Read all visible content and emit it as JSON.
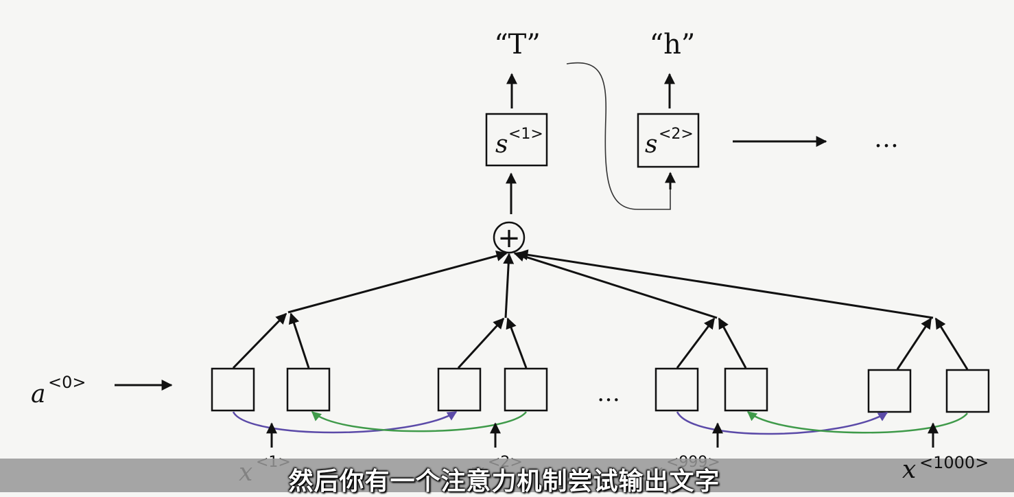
{
  "outputs": {
    "first": "“T”",
    "second": "“h”"
  },
  "decoder_states": {
    "first": {
      "symbol": "s",
      "index": "<1>"
    },
    "second": {
      "symbol": "s",
      "index": "<2>"
    }
  },
  "decoder_continuation": "…",
  "attention_sum_symbol": "+",
  "initial_activation": {
    "symbol": "a",
    "index": "<0>"
  },
  "encoder_gap": "…",
  "inputs": {
    "x1": {
      "symbol": "x",
      "index": "<1>"
    },
    "x2": {
      "symbol": "x",
      "index": "<2>"
    },
    "x999": {
      "symbol": "x",
      "index": "<999>"
    },
    "x1000": {
      "symbol": "x",
      "index": "<1000>"
    }
  },
  "subtitle": "然后你有一个注意力机制尝试输出文字",
  "colors": {
    "forward_arrow": "#5b4aa8",
    "backward_arrow": "#3f9a4a",
    "subtitle_bar": "#969696"
  }
}
